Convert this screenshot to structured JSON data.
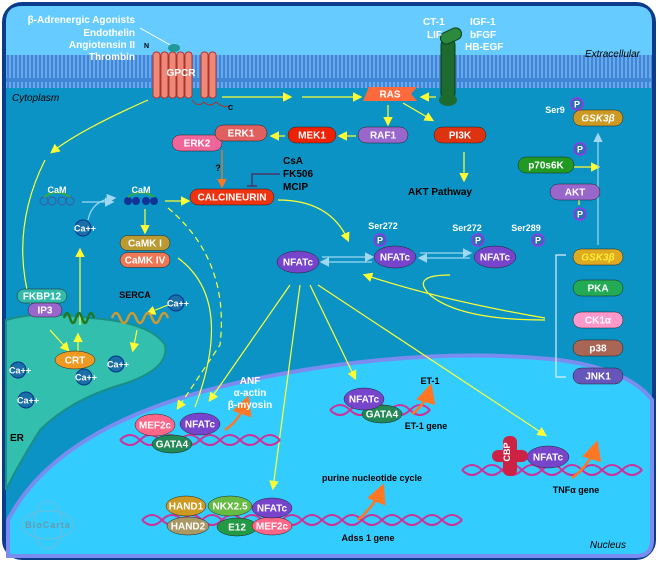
{
  "compartments": {
    "extracellular": "Extracellular",
    "cytoplasm": "Cytoplasm",
    "nucleus": "Nucleus",
    "er": "ER"
  },
  "ligands_gpcr": [
    "β-Adrenergic Agonists",
    "Endothelin",
    "Angiotensin II",
    "Thrombin"
  ],
  "ligands_rtk": {
    "left": [
      "CT-1",
      "LIF"
    ],
    "right": [
      "IGF-1",
      "bFGF",
      "HB-EGF"
    ]
  },
  "gpcr": {
    "label": "GPCR",
    "n_term": "N",
    "c_term": "C"
  },
  "p": {
    "ras": "RAS",
    "raf1": "RAF1",
    "pi3k": "PI3K",
    "mek1": "MEK1",
    "erk1": "ERK1",
    "erk2": "ERK2",
    "calcineurin": "CALCINEURIN",
    "p70s6k": "p70s6K",
    "akt": "AKT",
    "gsk3b_top": "GSK3β",
    "gsk3b": "GSK3β",
    "pka": "PKA",
    "ck1a": "CK1α",
    "p38": "p38",
    "jnk1": "JNK1",
    "camk1": "CaMK I",
    "camk4": "CaMK IV",
    "fkbp12": "FKBP12",
    "ip3": "IP3",
    "crt": "CRT",
    "nfatc1": "NFATc",
    "nfatc2": "NFATc",
    "nfatc3": "NFATc"
  },
  "n": {
    "mef2c_a": "MEF2c",
    "nfatc_a": "NFATc",
    "gata4_a": "GATA4",
    "nfatc_b": "NFATc",
    "gata4_b": "GATA4",
    "cbp": "CBP",
    "nfatc_c": "NFATc",
    "hand1": "HAND1",
    "hand2": "HAND2",
    "nkx25": "NKX2.5",
    "e12": "E12",
    "nfatc_d": "NFATc",
    "mef2c_d": "MEF2c"
  },
  "t": {
    "cam1": "CaM",
    "cam2": "CaM",
    "question": "?",
    "inhibitors": [
      "CsA",
      "FK506",
      "MCIP"
    ],
    "akt_pathway": "AKT Pathway",
    "ser9": "Ser9",
    "ser272_a": "Ser272",
    "ser272_b": "Ser272",
    "ser289": "Ser289",
    "phospho": "P",
    "serca": "SERCA",
    "calcium": "Ca++",
    "targets_a": [
      "ANF",
      "α-actin",
      "β-myosin"
    ],
    "et1": "ET-1",
    "et1_gene": "ET-1 gene",
    "tnfa_gene": "TNFα gene",
    "purine": "purine nucleotide cycle",
    "adss1_gene": "Adss 1 gene"
  },
  "logo": "BioCarta",
  "colors": {
    "extracellular": "#66ccff",
    "membrane": "#3f86d6",
    "cytoplasm": "#0a93c4",
    "nucleus": "#33ccff",
    "er": "#33bfae",
    "frame": "#0b3c8c",
    "arrow": "#ffff33"
  }
}
